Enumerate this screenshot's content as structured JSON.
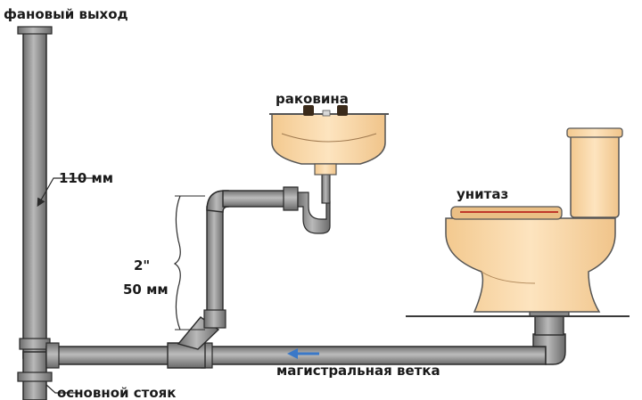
{
  "labels": {
    "vent_outlet": "фановый выход",
    "pipe_110": "110 мм",
    "sink": "раковина",
    "toilet": "унитаз",
    "size_inch": "2\"",
    "size_mm": "50 мм",
    "main_branch": "магистральная ветка",
    "main_riser": "основной стояк"
  },
  "colors": {
    "pipe_fill": "#9a9a9a",
    "pipe_stroke": "#2a2a2a",
    "fixture_fill": "#f8d8a8",
    "fixture_stroke": "#555555",
    "arrow": "#3a78c8",
    "floor": "#3a3a3a"
  }
}
